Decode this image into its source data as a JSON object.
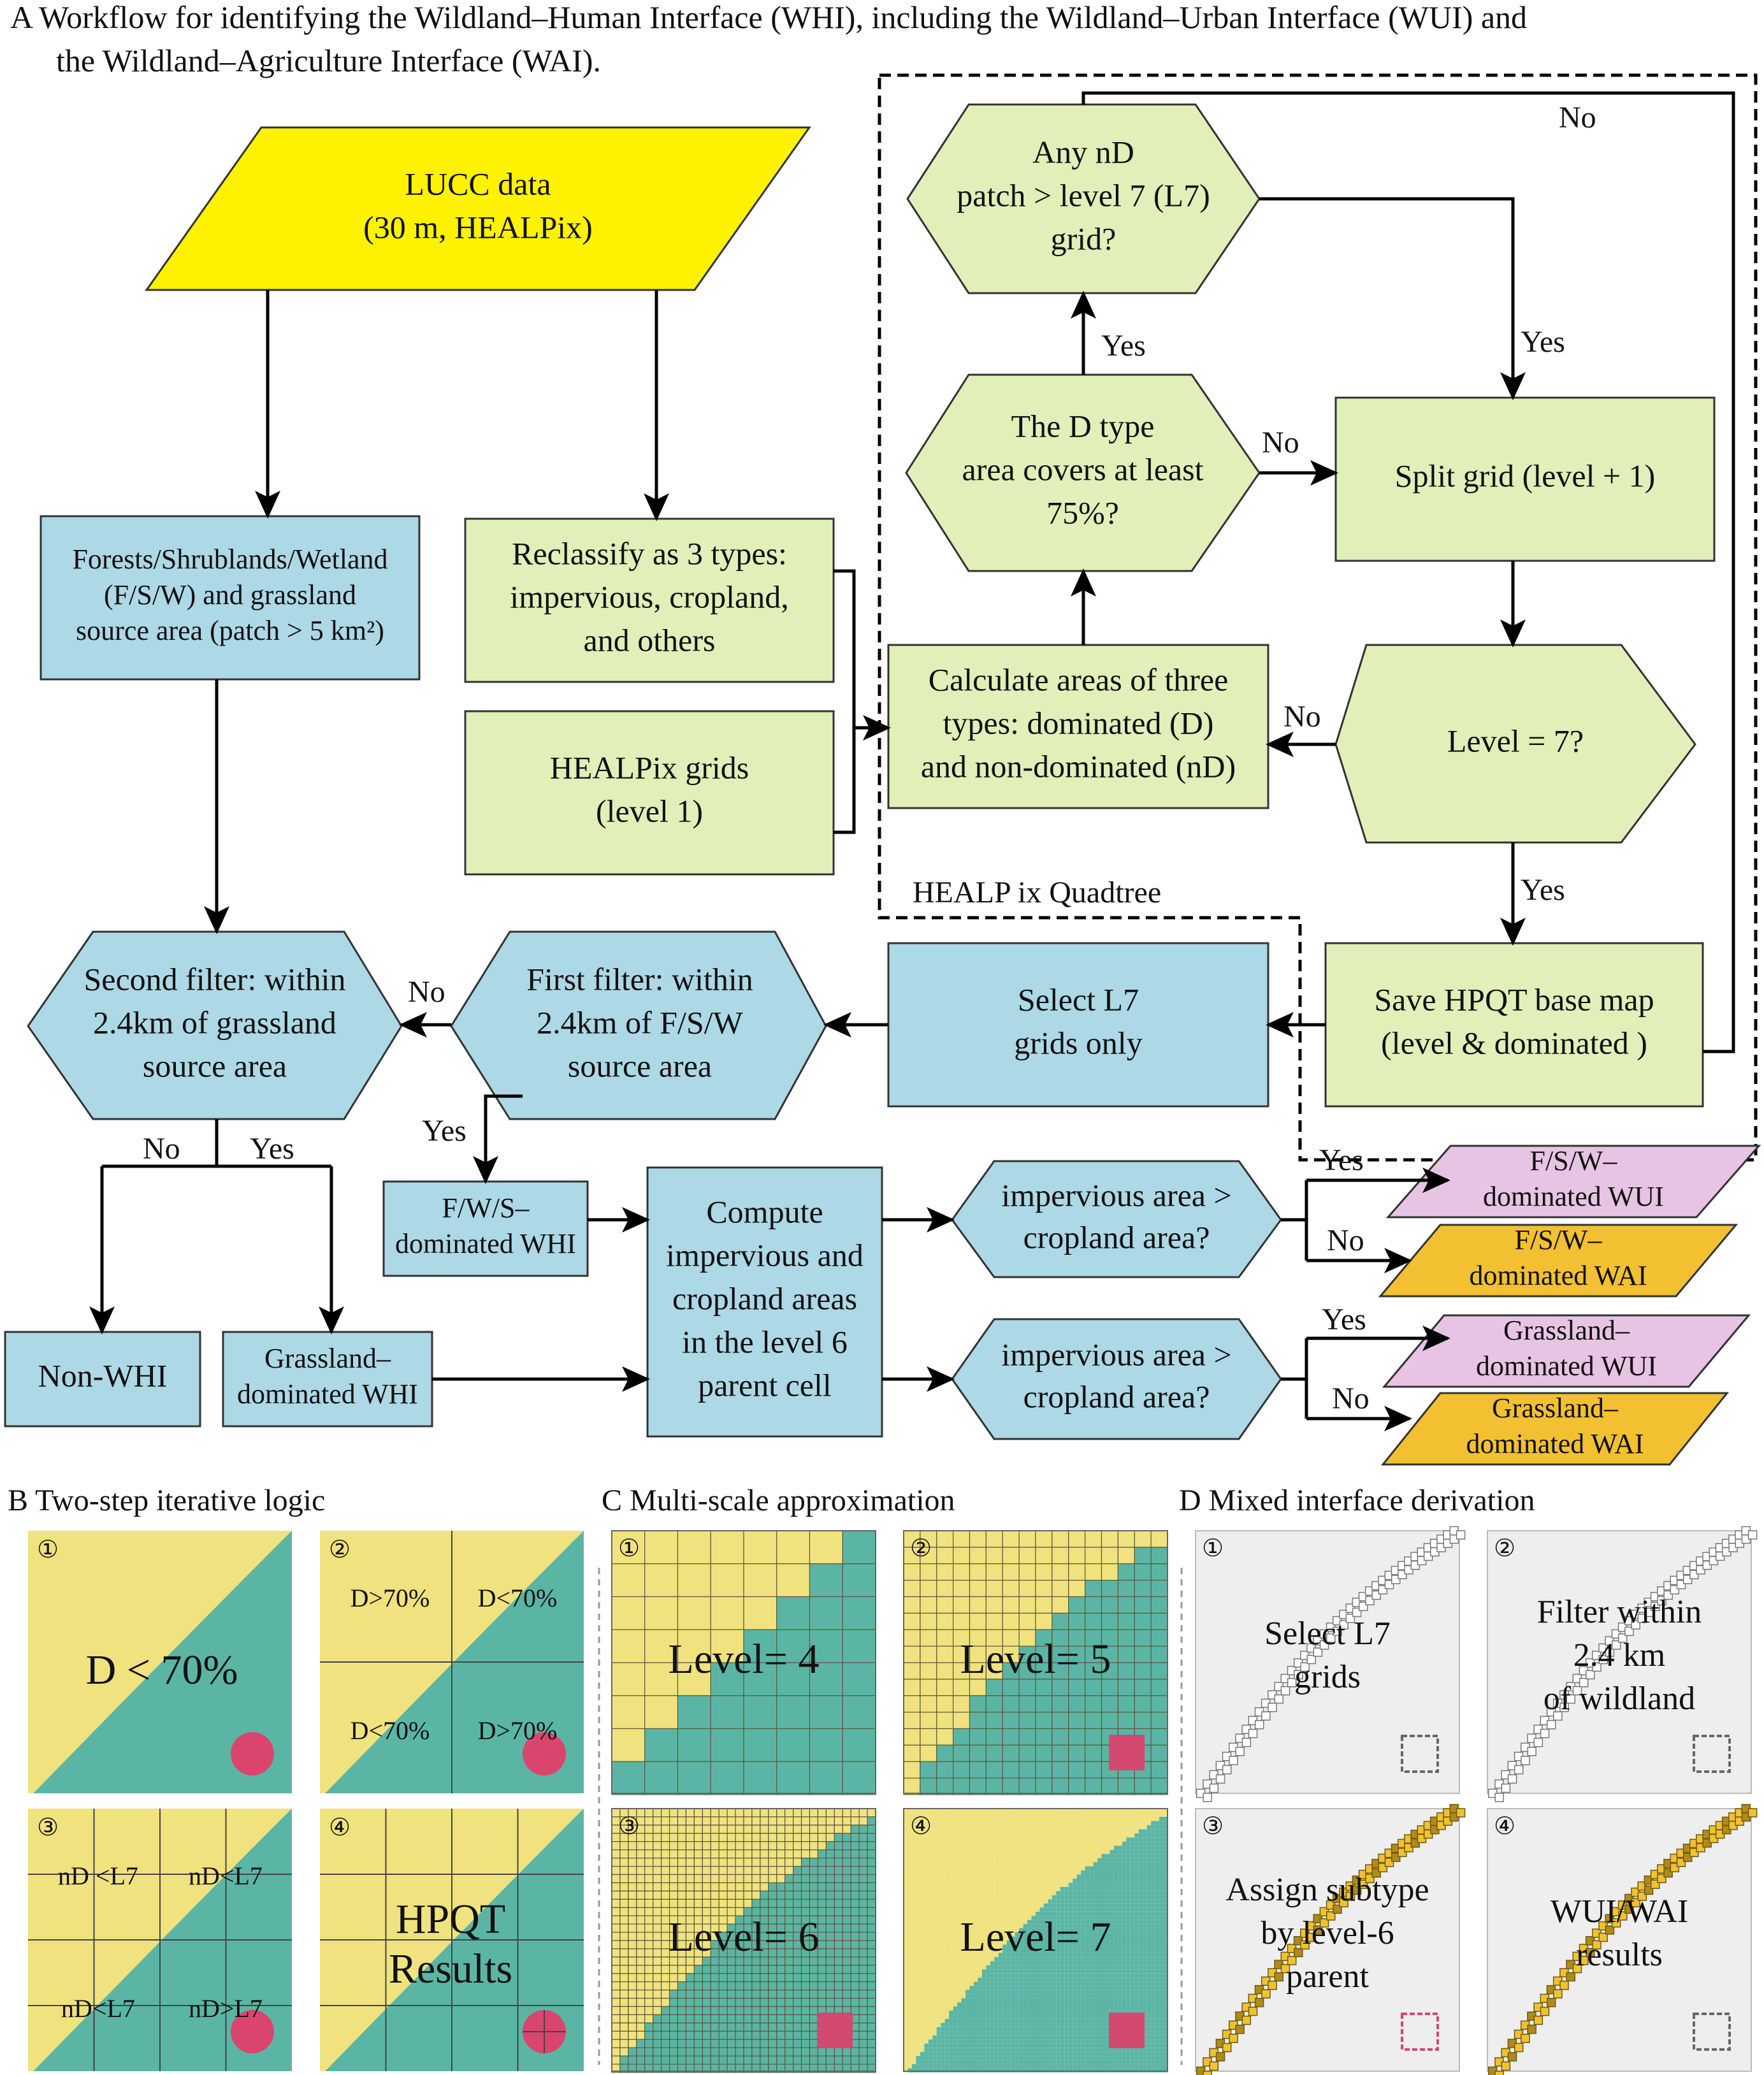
{
  "panel_a": {
    "title_line1": "A  Workflow for identifying the Wildland–Human Interface (WHI), including the Wildland–Urban Interface (WUI) and",
    "title_line2": "the Wildland–Agriculture Interface (WAI).",
    "quadtree_label": "HEALP ix Quadtree",
    "nodes": {
      "lucc": [
        "LUCC data",
        "(30 m, HEALPix)"
      ],
      "fsw_source": [
        "Forests/Shrublands/Wetland",
        "(F/S/W) and grassland",
        "source area (patch > 5 km²)"
      ],
      "reclassify": [
        "Reclassify as 3 types:",
        "impervious, cropland,",
        "and others"
      ],
      "healpix_grids": [
        "HEALPix grids",
        "(level    1)"
      ],
      "calc_areas": [
        "Calculate areas of three",
        "types: dominated  (D)",
        "and non-dominated (nD)"
      ],
      "d_cover": [
        "The D type",
        "area covers at least",
        "75%?"
      ],
      "any_nd": [
        "Any nD",
        "patch  > level 7 (L7)",
        "grid?"
      ],
      "split_grid": [
        "Split grid (level + 1)"
      ],
      "level7": [
        "Level = 7?"
      ],
      "save_hpqt": [
        "Save HPQT base map",
        "(level & dominated )"
      ],
      "select_l7": [
        "Select L7",
        "grids only"
      ],
      "first_filter": [
        "First filter: within",
        "2.4km of F/S/W",
        "source area"
      ],
      "second_filter": [
        "Second filter: within",
        "2.4km of grassland",
        "source area"
      ],
      "fws_whi": [
        "F/W/S–",
        "dominated WHI"
      ],
      "non_whi": [
        "Non-WHI"
      ],
      "grass_whi": [
        "Grassland–",
        "dominated WHI"
      ],
      "compute": [
        "Compute",
        "impervious and",
        "cropland areas",
        "in the level 6",
        "parent cell"
      ],
      "imp_q1": [
        "impervious area >",
        "cropland area?"
      ],
      "imp_q2": [
        "impervious area >",
        "cropland area?"
      ],
      "fsw_wui": [
        "F/S/W–",
        "dominated WUI"
      ],
      "fsw_wai": [
        "F/S/W–",
        "dominated WAI"
      ],
      "grass_wui": [
        "Grassland–",
        "dominated WUI"
      ],
      "grass_wai": [
        "Grassland–",
        "dominated WAI"
      ]
    },
    "edge_labels": {
      "yes": "Yes",
      "no": "No"
    }
  },
  "panel_b": {
    "title": "B  Two-step iterative logic",
    "cells": [
      {
        "num": "①",
        "labels": [
          "D < 70%"
        ]
      },
      {
        "num": "②",
        "labels": [
          "D>70%",
          "D<70%",
          "D<70%",
          "D>70%"
        ]
      },
      {
        "num": "③",
        "labels": [
          "nD <L7",
          "nD<L7",
          "nD<L7",
          "nD>L7"
        ]
      },
      {
        "num": "④",
        "labels": [
          "HPQT",
          "Results"
        ]
      }
    ]
  },
  "panel_c": {
    "title": "C  Multi-scale approximation",
    "cells": [
      {
        "num": "①",
        "label": "Level= 4"
      },
      {
        "num": "②",
        "label": "Level= 5"
      },
      {
        "num": "③",
        "label": "Level= 6"
      },
      {
        "num": "④",
        "label": "Level= 7"
      }
    ]
  },
  "panel_d": {
    "title": "D  Mixed interface derivation",
    "cells": [
      {
        "num": "①",
        "labels": [
          "Select L7",
          "grids"
        ]
      },
      {
        "num": "②",
        "labels": [
          "Filter within",
          "2.4 km",
          "of wildland"
        ]
      },
      {
        "num": "③",
        "labels": [
          "Assign subtype",
          "by level-6",
          "parent"
        ]
      },
      {
        "num": "④",
        "labels": [
          "WUI/WAI",
          "results"
        ]
      }
    ]
  },
  "colors": {
    "yellow": "#fff200",
    "lightgreen": "#e1efb9",
    "lightblue": "#add8e6",
    "pink": "#e8c4e4",
    "orange": "#f2c031",
    "teal": "#5bb5a5",
    "sand": "#f0e27e",
    "grey": "#eeeeee",
    "red": "#d9456d"
  }
}
